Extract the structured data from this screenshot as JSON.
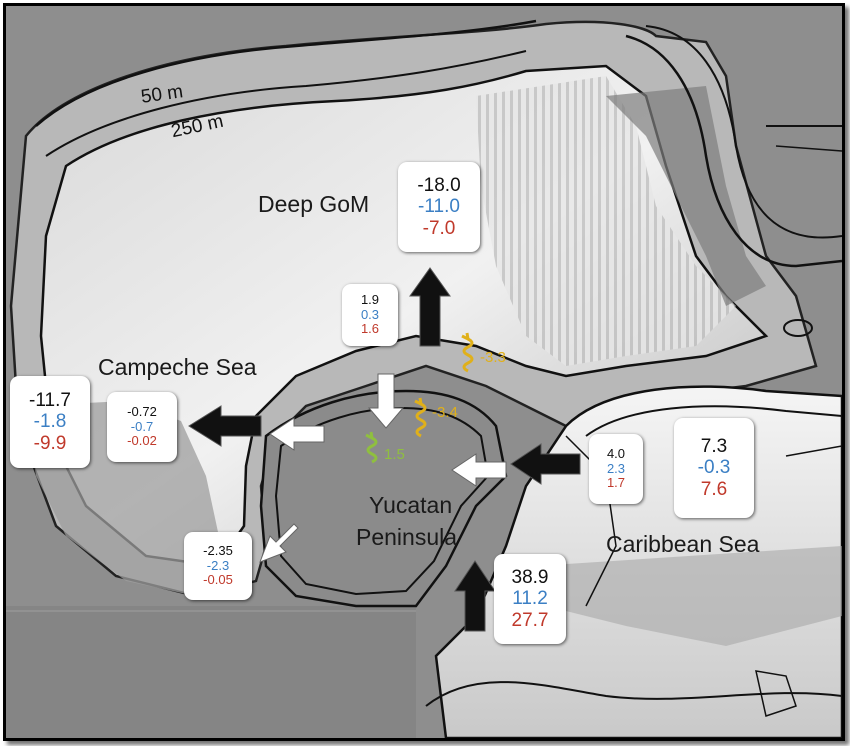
{
  "labels": {
    "contour_50": "50 m",
    "contour_250": "250 m",
    "deep_gom": "Deep GoM",
    "campeche_sea": "Campeche Sea",
    "yucatan_1": "Yucatan",
    "yucatan_2": "Peninsula",
    "caribbean_sea": "Caribbean Sea"
  },
  "boxes": {
    "deep_gom": {
      "total": "-18.0",
      "blue": "-11.0",
      "red": "-7.0"
    },
    "north_shelf": {
      "total": "1.9",
      "blue": "0.3",
      "red": "1.6"
    },
    "campeche_west": {
      "total": "-11.7",
      "blue": "-1.8",
      "red": "-9.9"
    },
    "campeche_inner": {
      "total": "-0.72",
      "blue": "-0.7",
      "red": "-0.02"
    },
    "southwest": {
      "total": "-2.35",
      "blue": "-2.3",
      "red": "-0.05"
    },
    "caribbean_inner": {
      "total": "4.0",
      "blue": "2.3",
      "red": "1.7"
    },
    "caribbean_outer": {
      "total": "7.3",
      "blue": "-0.3",
      "red": "7.6"
    },
    "yucatan_channel": {
      "total": "38.9",
      "blue": "11.2",
      "red": "27.7"
    }
  },
  "eddies": {
    "east": "-3.3",
    "mid": "-3.4",
    "shelf": "1.5"
  },
  "colors": {
    "black_value": "#111111",
    "blue_value": "#3b7fc4",
    "red_value": "#c0392b",
    "eddy_yellow": "#e0b01a",
    "eddy_green": "#8fbf3f"
  }
}
